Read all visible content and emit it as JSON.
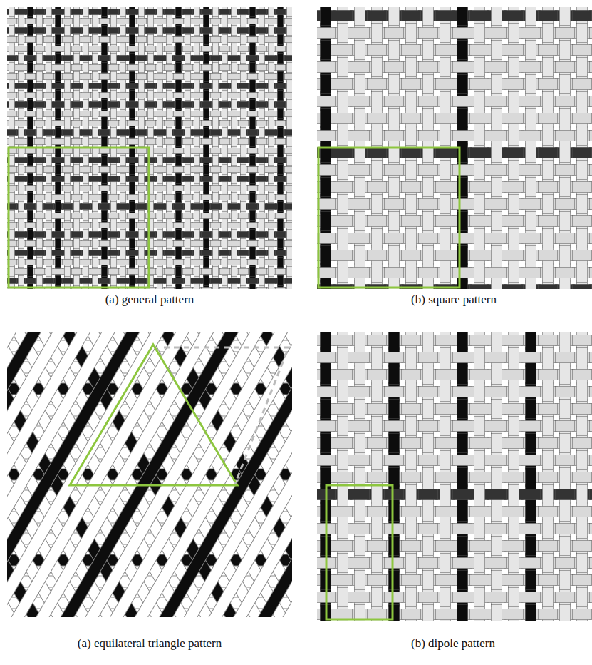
{
  "diagram": {
    "labels": [
      "(a) general pattern",
      "(b) square pattern",
      "(a) equilateral triangle pattern",
      "(b) dipole pattern"
    ]
  }
}
